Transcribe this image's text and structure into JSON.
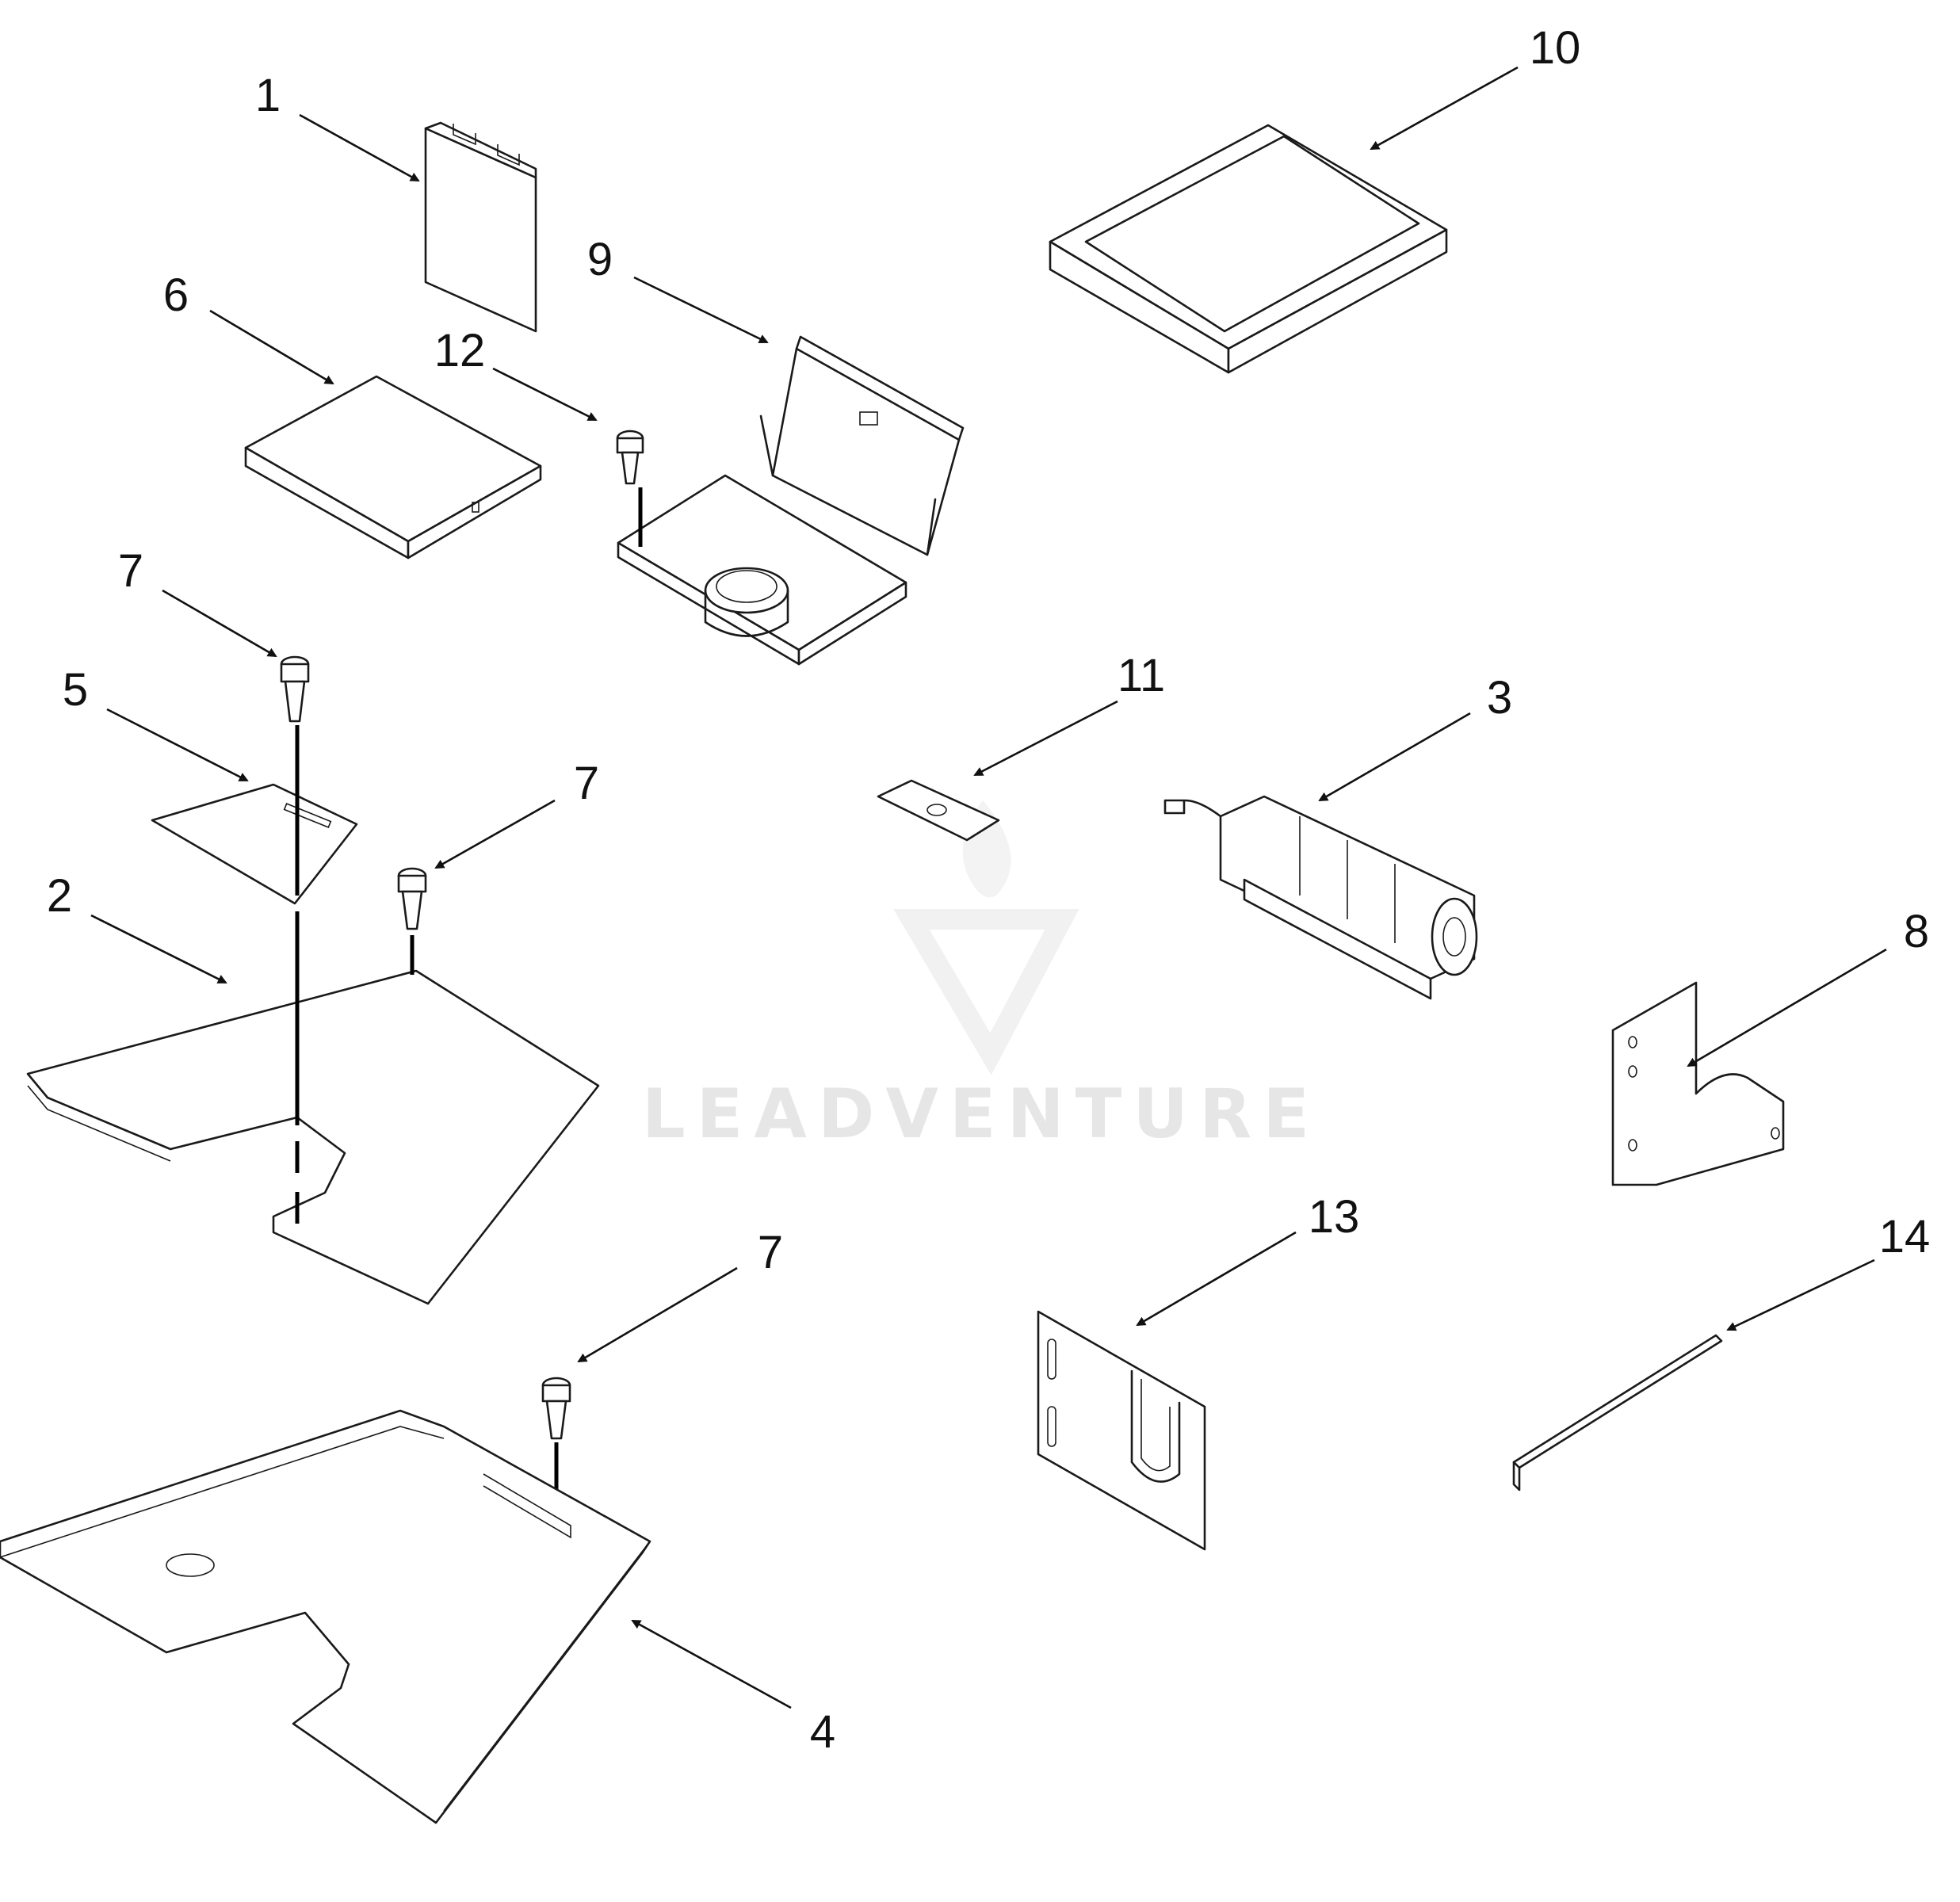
{
  "diagram": {
    "callouts": [
      "1",
      "2",
      "3",
      "4",
      "5",
      "6",
      "7",
      "7",
      "7",
      "8",
      "9",
      "10",
      "11",
      "12",
      "13",
      "14"
    ]
  },
  "watermark": {
    "text": "LEADVENTURE"
  },
  "colors": {
    "line": "#1a1a1a",
    "watermark": "#e6e6e6",
    "background": "#ffffff"
  }
}
